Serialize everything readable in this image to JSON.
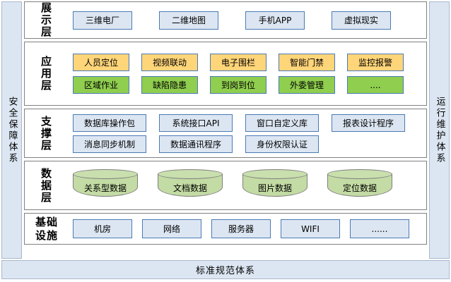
{
  "diagram": {
    "left_pillar": {
      "label": "安全保障体系"
    },
    "right_pillar": {
      "label": "运行维护体系"
    },
    "bottom_bar": {
      "label": "标准规范体系"
    },
    "colors": {
      "blue_fill": "#dce6f2",
      "blue_border": "#4a7ab5",
      "orange_fill": "#ffd579",
      "green_fill": "#8fce4e",
      "cylinder_fill": "#c3dba4",
      "cylinder_border": "#7f7f7f",
      "layer_border": "#808080",
      "pillar_fill": "#dce6f2"
    },
    "layers": [
      {
        "name": "presentation",
        "title": "展示层",
        "title_lines": [
          "展",
          "示",
          "层"
        ],
        "rows": [
          {
            "style": "blue",
            "items": [
              "三维电厂",
              "二维地图",
              "手机APP",
              "虚拟现实"
            ]
          }
        ]
      },
      {
        "name": "application",
        "title": "应用层",
        "title_lines": [
          "应",
          "用",
          "层"
        ],
        "rows": [
          {
            "style": "orange",
            "items": [
              "人员定位",
              "视频联动",
              "电子围栏",
              "智能门禁",
              "监控报警"
            ]
          },
          {
            "style": "green",
            "items": [
              "区域作业",
              "缺陷隐患",
              "到岗到位",
              "外委管理",
              "...."
            ]
          }
        ]
      },
      {
        "name": "support",
        "title": "支撑层",
        "title_lines": [
          "支",
          "撑",
          "层"
        ],
        "rows": [
          {
            "style": "blue",
            "items": [
              "数据库操作包",
              "系统接口API",
              "窗口自定义库",
              "报表设计程序"
            ]
          },
          {
            "style": "blue",
            "items": [
              "消息同步机制",
              "数据通讯程序",
              "身份权限认证"
            ]
          }
        ]
      },
      {
        "name": "data",
        "title": "数据层",
        "title_lines": [
          "数",
          "据",
          "层"
        ],
        "rows": [
          {
            "style": "cylinder",
            "items": [
              "关系型数据",
              "文档数据",
              "图片数据",
              "定位数据"
            ]
          }
        ]
      },
      {
        "name": "infrastructure",
        "title": "基础设施",
        "title_lines": [
          "基础",
          "设施"
        ],
        "rows": [
          {
            "style": "blue",
            "items": [
              "机房",
              "网络",
              "服务器",
              "WIFI",
              "......"
            ]
          }
        ]
      }
    ]
  }
}
